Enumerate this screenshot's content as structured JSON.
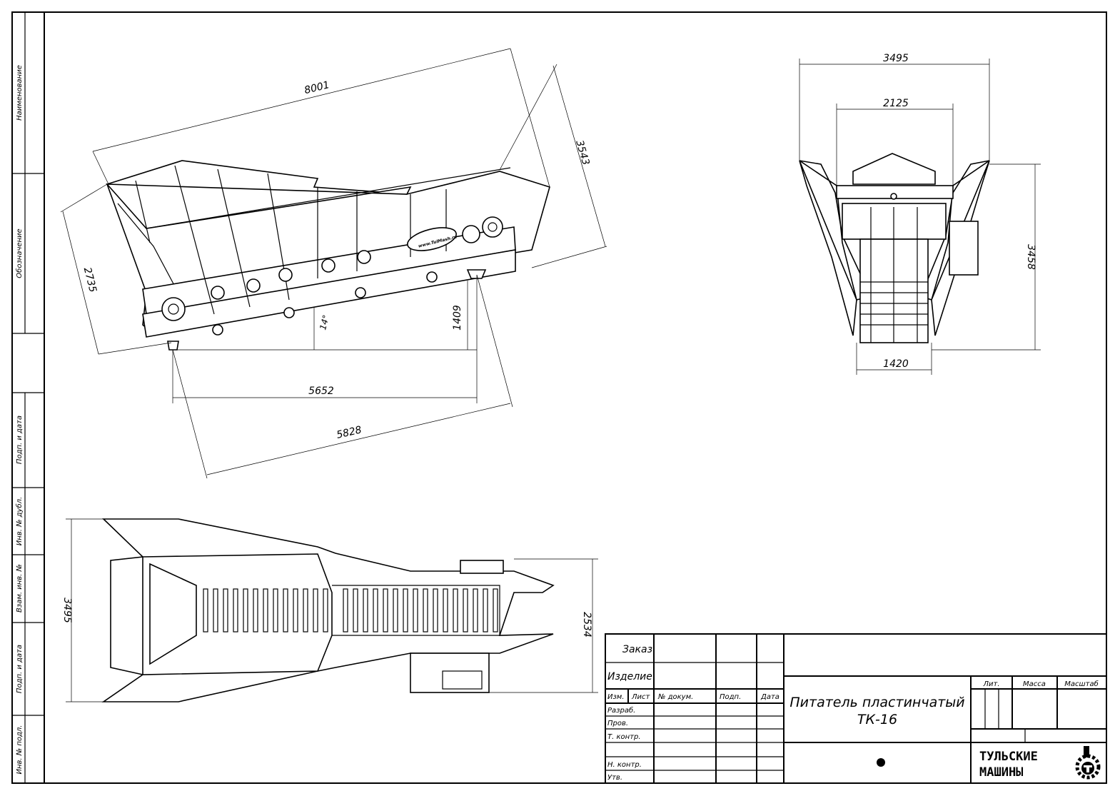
{
  "margin_labels": {
    "name": "Наименование",
    "designation": "Обозначение",
    "sign_date_1": "Подп. и дата",
    "inv_dup": "Инв. № дубл.",
    "replace_inv": "Взам. инв. №",
    "sign_date_2": "Подп. и дата",
    "inv_orig": "Инв. № подл."
  },
  "side_view": {
    "dim_length": "8001",
    "dim_height_rear": "3543",
    "dim_height_front": "2735",
    "dim_support_height": "1409",
    "dim_angle": "14°",
    "dim_base": "5652",
    "dim_incline": "5828",
    "decal": "www.TulMash.ru"
  },
  "front_view": {
    "dim_width_total": "3495",
    "dim_width_inner": "2125",
    "dim_height": "3458",
    "dim_base_width": "1420"
  },
  "top_view": {
    "dim_width": "3495",
    "dim_width_rear": "2534"
  },
  "title_block": {
    "order": "Заказ",
    "product": "Изделие",
    "col_change": "Изм.",
    "col_sheet": "Лист",
    "col_doc": "№ докум.",
    "col_sign": "Подп.",
    "col_date": "Дата",
    "row_developed": "Разраб.",
    "row_checked": "Пров.",
    "row_tech_control": "Т. контр.",
    "row_norm_control": "Н. контр.",
    "row_approved": "Утв.",
    "lit": "Лит.",
    "mass": "Масса",
    "scale": "Масштаб",
    "title_line1": "Питатель пластинчатый",
    "title_line2": "ТК-16",
    "company_line1": "ТУЛЬСКИЕ",
    "company_line2": "МАШИНЫ"
  }
}
